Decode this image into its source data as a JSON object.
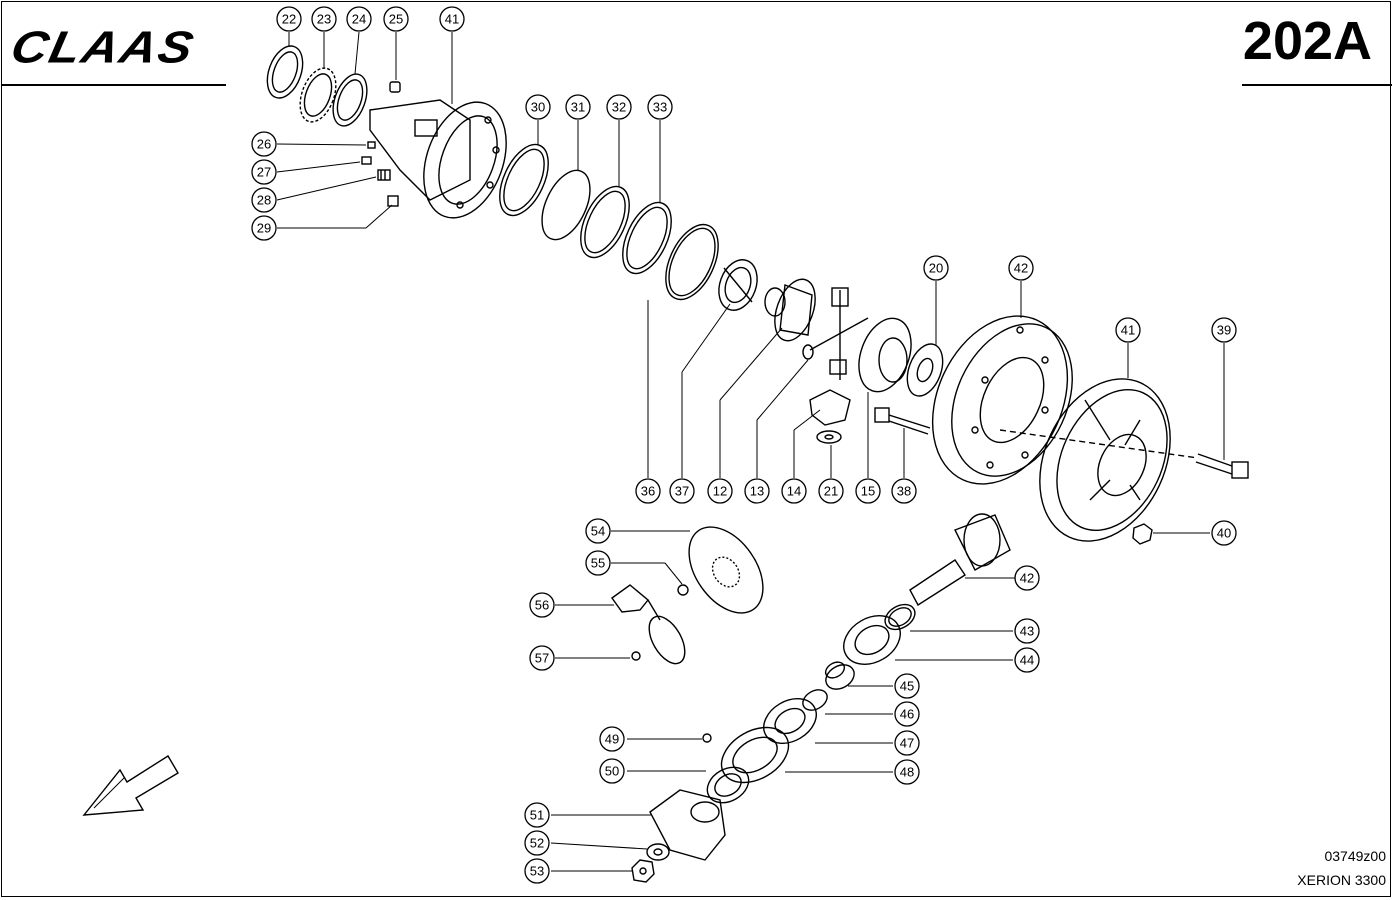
{
  "header": {
    "brand": "CLAAS",
    "sheet_number": "202A"
  },
  "footer": {
    "drawing_code": "03749z00",
    "model": "XERION 3300"
  },
  "icons": {
    "orientation_arrow": "arrow-down-left-icon"
  },
  "callouts": [
    {
      "num": "22"
    },
    {
      "num": "23"
    },
    {
      "num": "24"
    },
    {
      "num": "25"
    },
    {
      "num": "41"
    },
    {
      "num": "26"
    },
    {
      "num": "27"
    },
    {
      "num": "28"
    },
    {
      "num": "29"
    },
    {
      "num": "30"
    },
    {
      "num": "31"
    },
    {
      "num": "32"
    },
    {
      "num": "33"
    },
    {
      "num": "20"
    },
    {
      "num": "42"
    },
    {
      "num": "41"
    },
    {
      "num": "39"
    },
    {
      "num": "36"
    },
    {
      "num": "37"
    },
    {
      "num": "12"
    },
    {
      "num": "13"
    },
    {
      "num": "14"
    },
    {
      "num": "21"
    },
    {
      "num": "15"
    },
    {
      "num": "38"
    },
    {
      "num": "54"
    },
    {
      "num": "55"
    },
    {
      "num": "56"
    },
    {
      "num": "57"
    },
    {
      "num": "40"
    },
    {
      "num": "42"
    },
    {
      "num": "43"
    },
    {
      "num": "44"
    },
    {
      "num": "45"
    },
    {
      "num": "46"
    },
    {
      "num": "47"
    },
    {
      "num": "48"
    },
    {
      "num": "49"
    },
    {
      "num": "50"
    },
    {
      "num": "51"
    },
    {
      "num": "52"
    },
    {
      "num": "53"
    }
  ]
}
